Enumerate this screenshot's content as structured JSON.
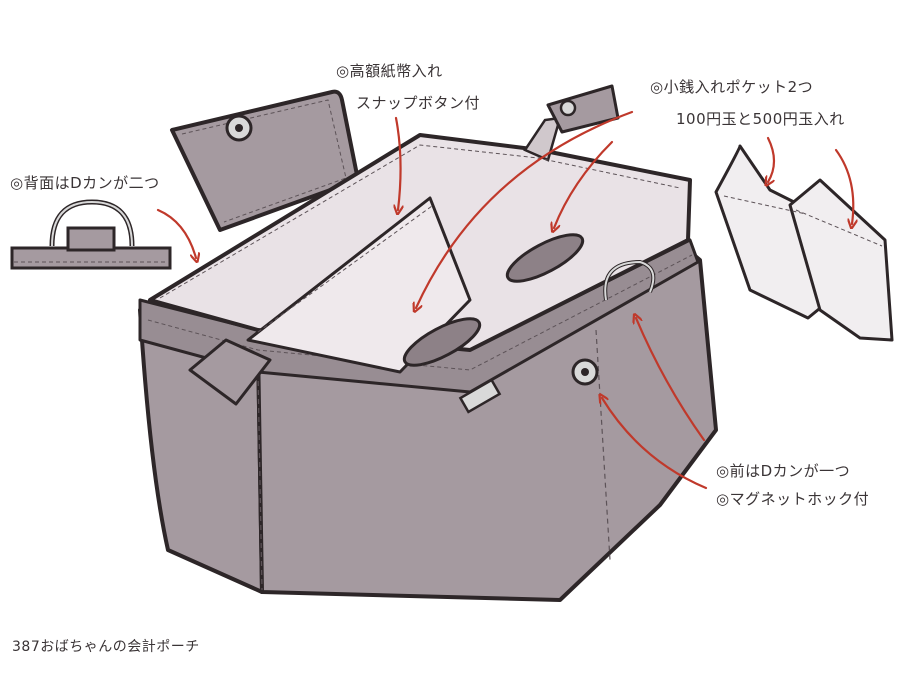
{
  "colors": {
    "bag": "#a59aa0",
    "bag_dark": "#8d8187",
    "lining": "#e9e2e6",
    "outline": "#2d2628",
    "arrow": "#c0392b",
    "metal": "#b8b8b8",
    "text": "#3a3436"
  },
  "labels": {
    "back_dring": "◎背面はDカンが二つ",
    "bill_pocket": "◎高額紙幣入れ",
    "snap_button": "スナップボタン付",
    "coin_pockets": "◎小銭入れポケット2つ",
    "coin_detail": "100円玉と500円玉入れ",
    "front_dring": "◎前はDカンが一つ",
    "magnet_hook": "◎マグネットホック付",
    "title": "387おばちゃんの会計ポーチ"
  }
}
